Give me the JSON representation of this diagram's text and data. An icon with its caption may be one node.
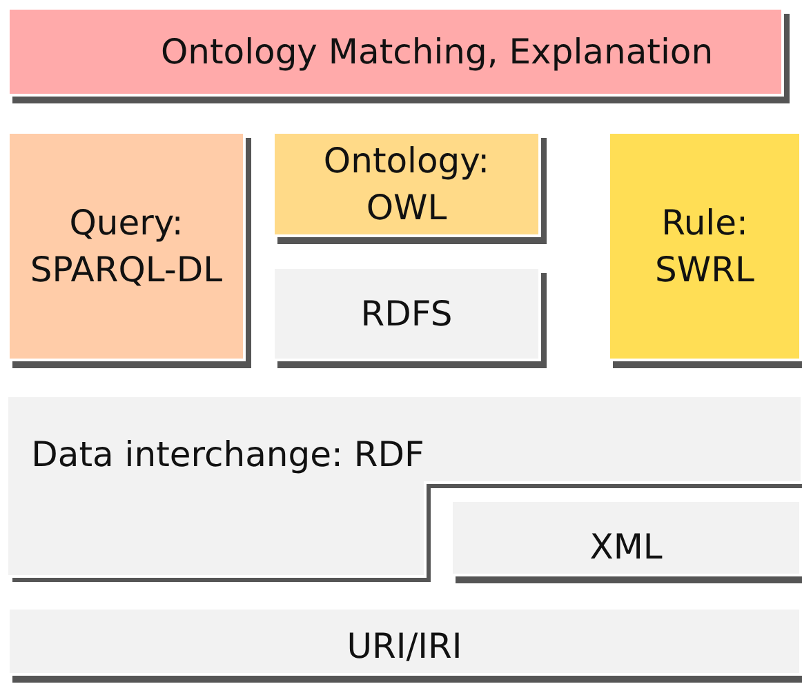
{
  "diagram": {
    "nodes": [
      {
        "text": [
          "Ontology Matching, Explanation"
        ]
      },
      {
        "text": [
          "Query: SPARQL-DL"
        ]
      },
      {
        "text": [
          "Ontology: OWL"
        ]
      },
      {
        "text": [
          "RDFS"
        ]
      },
      {
        "text": [
          "Rule: SWRL"
        ]
      },
      {
        "text": [
          "Data interchange: RDF"
        ]
      },
      {
        "text": [
          "XML"
        ]
      },
      {
        "text": [
          "URI/IRI"
        ]
      }
    ]
  }
}
